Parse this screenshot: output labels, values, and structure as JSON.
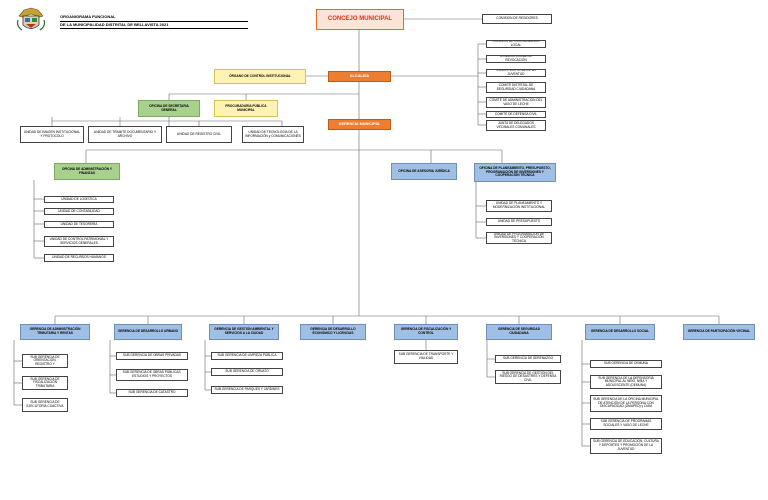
{
  "header": {
    "line1": "ORGANIGRAMA FUNCIONAL",
    "line2": "DE LA MUNICIPALIDAD DISTRITAL DE BELLAVISTA 2021"
  },
  "logo_icon": "municipal-coat-of-arms-icon",
  "top": {
    "concejo": "CONCEJO MUNICIPAL",
    "comision": "COMISION DE REGIDORES",
    "organo_control": "ÓRGANO DE CONTROL INSTITUCIONAL",
    "alcaldia": "ALCALDÍA",
    "secretaria": "OFICINA DE SECRETARIA GENERAL",
    "procuraduria": "PROCURADURÍA PÚBLICA MUNICIPAL",
    "gerencia_municipal": "GERENCIA MUNICIPAL"
  },
  "consejos": [
    "CONCEJO DE COORDINACIÓN LOCAL",
    "CONSEJO LOCAL DE REVOCACIÓN",
    "COMITÉ DISTRITAL DE LA JUVENTUD",
    "COMITÉ DISTRITAL DE SEGURIDAD CIUDADANA",
    "COMITÉ DE ADMINISTRACIÓN DEL VASO DE LECHE",
    "COMITÉ DE DEFENSA CIVIL",
    "JUNTA DE DELEGADOS VECINALES COMUNALES"
  ],
  "secretaria_units": [
    "UNIDAD DE IMAGEN INSTITUCIONAL Y PROTOCOLO",
    "UNIDAD DE TRAMITE DOCUMENTARIO Y ARCHIVO",
    "UNIDAD DE REGISTRO CIVIL",
    "UNIDAD DE TECNOLOGÍA DE LA INFORMACIÓN y COMUNICACIONES"
  ],
  "admin": {
    "title": "OFICINA DE ADMINISTRACIÓN Y FINANZAS",
    "units": [
      "UNIDAD DE LOGÍSTICA",
      "UNIDAD DE CONTABILIDAD",
      "UNIDAD DE TESORERÍA",
      "UNIDAD DE CONTROL PATRIMONIAL Y SERVICIOS GENERALES",
      "UNIDAD DE RECURSOS HUMANOS"
    ]
  },
  "asesoria": "OFICINA DE ASESORIA JURÍDICA",
  "planeamiento": {
    "title": "OFICINA DE PLANEAMIENTO, PRESUPUESTO, PROGRAMACIÓN DE INVERSIONES Y COOPERACIÓN TÉCNICA",
    "units": [
      "UNIDAD DE PLANEAMIENTO Y MODERNIZACIÓN INSTITUCIONAL",
      "UNIDAD DE PRESUPUESTO",
      "UNIDAD DE PROGRAMACIÓN DE INVERSIONES Y COOPERACIÓN TÉCNICA"
    ]
  },
  "gerencias": [
    {
      "title": "GERENCIA DE ADMINISTRACIÓN TRIBUTARIA Y RENTAS",
      "subs": [
        "SUB GERENCIA DE ORIENTACIÓN, REGISTRO Y",
        "SUB GERENCIA DE FISCALIZACIÓN TRIBUTARIA",
        "SUB GERENCIA DE EJECUTORIA COACTIVA"
      ]
    },
    {
      "title": "GERENCIA DE DESARROLLO URBANO",
      "subs": [
        "SUB GERENCIA DE OBRAS PRIVADAS",
        "SUB GERENCIA DE OBRAS PÚBLICAS, ESTUDIOS Y PROYECTOS",
        "SUB GERENCIA DE CATASTRO"
      ]
    },
    {
      "title": "GERENCIA DE GESTIÓN AMBIENTAL Y SERVICIOS A LA CIUDAD",
      "subs": [
        "SUB GERENCIA DE LIMPIEZA PÚBLICA",
        "SUB GERENCIA DE ORNATO",
        "SUB GERENCIA DE PARQUES Y JARDINES"
      ]
    },
    {
      "title": "GERENCIA DE DESARROLLO ECONÓMICO Y LICENCIAS",
      "subs": []
    },
    {
      "title": "GERENCIA DE FISCALIZACIÓN Y CONTROL",
      "subs": [
        "SUB GERENCIA DE TRANSPORTE Y VIALIDAD"
      ]
    },
    {
      "title": "GERENCIA DE SEGURIDAD CIUDADANA",
      "subs": [
        "SUB GERENCIA DE SERENAZGO",
        "SUB GERENCIA DE GESTIÓN DEL RIESGO DE DESASTRES Y DEFENSA CIVIL"
      ]
    },
    {
      "title": "GERENCIA DE DESARROLLO SOCIAL",
      "subs": [
        "SUB GERENCIA DE DEMUNA",
        "SUB GERENCIA DE LA DEFENSORIA MUNICIPAL AL NIÑO, NIÑA Y ADOLESCENTE (DEMUNA)",
        "SUB GERENCIA DE LA OFICINA MUNICIPAL DE ATENCIÓN DE LA PERSONA CON DISCAPACIDAD (OMAPED) y CIAM",
        "SUB GERENCIA DE PROGRAMAS SOCIALES Y VASO DE LECHE",
        "SUB GERENCIA DE EDUCACIÓN, CULTURA Y DEPORTES Y PROMOCIÓN DE LA JUVENTUD"
      ]
    },
    {
      "title": "GERENCIA DE PARTICIPACIÓN VECINAL",
      "subs": []
    }
  ]
}
